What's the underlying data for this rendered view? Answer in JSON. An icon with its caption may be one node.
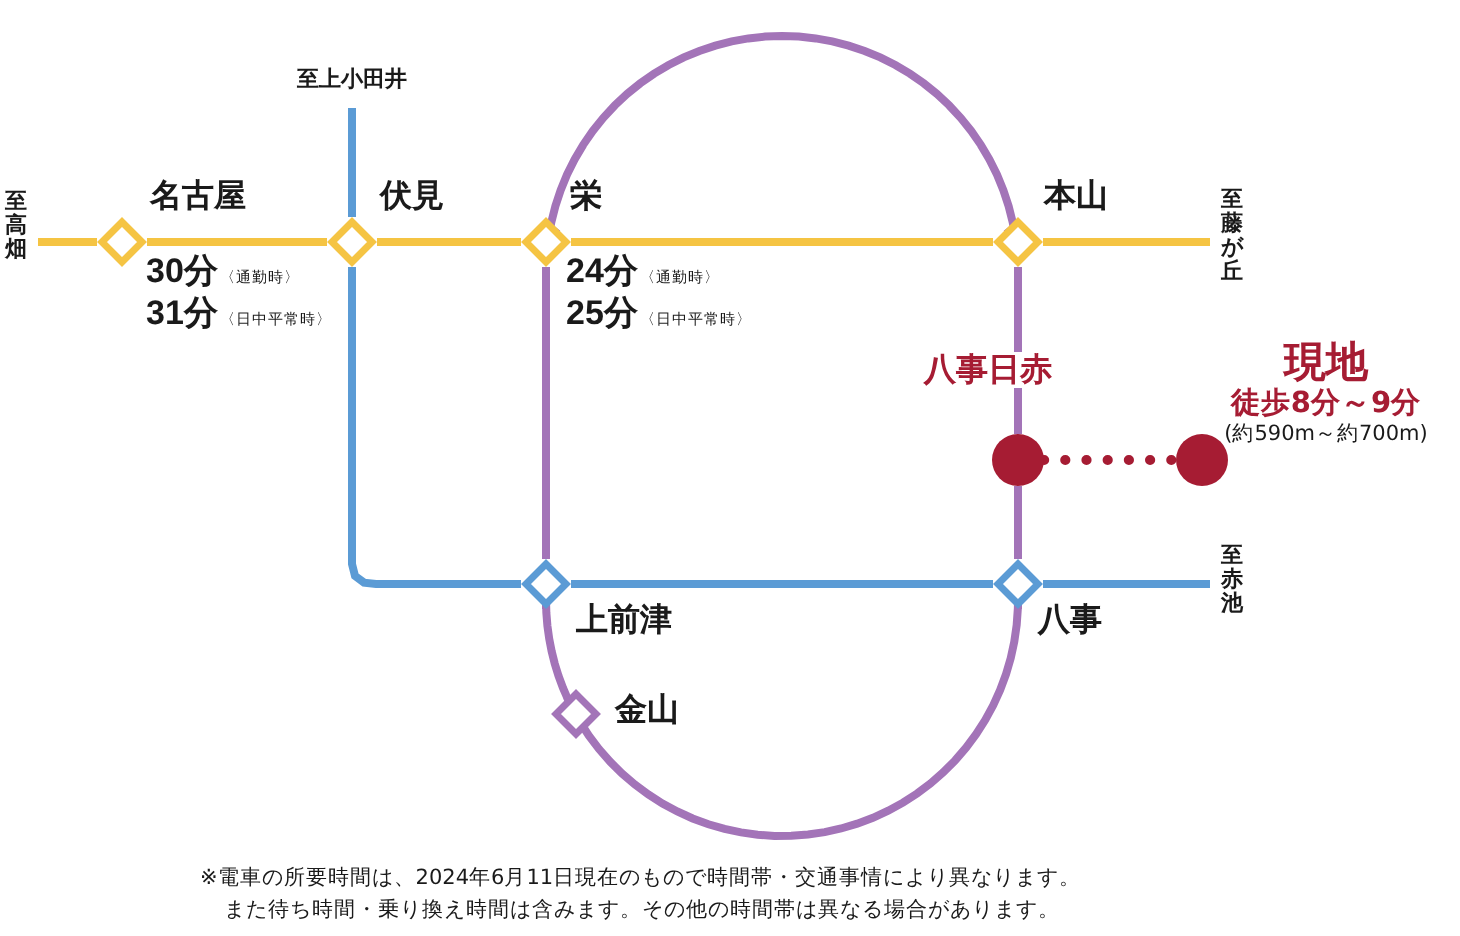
{
  "diagram": {
    "nodes": [
      {
        "text": [
          "至高畑"
        ]
      },
      {
        "text": [
          "名古屋"
        ],
        "beside": [
          "30分$_{〈通勤時〉}$",
          "31分$_{〈日中平常時〉}$"
        ]
      },
      {
        "text": [
          "伏見"
        ]
      },
      {
        "text": [
          "栄"
        ],
        "beside": [
          "24分$_{〈通勤時〉}$",
          "25分$_{〈日中平常時〉}$"
        ]
      },
      {
        "text": [
          "本山"
        ]
      },
      {
        "text": [
          "至藤が丘"
        ]
      },
      {
        "text": [
          "至上小田井"
        ]
      },
      {
        "text": [
          "上前津"
        ]
      },
      {
        "text": [
          "八事"
        ]
      },
      {
        "text": [
          "至赤池"
        ]
      },
      {
        "text": [
          "金山"
        ]
      },
      {
        "text": [
          "八事日赤"
        ]
      },
      {
        "text": [
          "現地",
          "徒歩8分～9分",
          "(約590m～約700m)"
        ]
      }
    ],
    "edges": [
      {
        "from": 0,
        "to": 1,
        "arrow": "none",
        "color": "#f5c443"
      },
      {
        "from": 1,
        "to": 2,
        "arrow": "none",
        "color": "#f5c443"
      },
      {
        "from": 2,
        "to": 3,
        "arrow": "none",
        "color": "#f5c443"
      },
      {
        "from": 3,
        "to": 4,
        "arrow": "none",
        "color": "#f5c443"
      },
      {
        "from": 4,
        "to": 5,
        "arrow": "none",
        "color": "#f5c443"
      },
      {
        "from": 6,
        "to": 2,
        "arrow": "none",
        "color": "#5b9bd5"
      },
      {
        "from": 2,
        "to": 7,
        "arrow": "none",
        "color": "#5b9bd5"
      },
      {
        "from": 7,
        "to": 8,
        "arrow": "none",
        "color": "#5b9bd5"
      },
      {
        "from": 8,
        "to": 9,
        "arrow": "none",
        "color": "#5b9bd5"
      },
      {
        "from": 3,
        "to": 4,
        "arrow": "none"
      },
      {
        "from": 4,
        "to": 11,
        "arrow": "none"
      },
      {
        "from": 11,
        "to": 8,
        "arrow": "none"
      },
      {
        "from": 8,
        "to": 10,
        "arrow": "none"
      },
      {
        "from": 10,
        "to": 7,
        "arrow": "none"
      },
      {
        "from": 7,
        "to": 3,
        "arrow": "none"
      },
      {
        "from": 11,
        "to": 12,
        "arrow": "none",
        "style": "dashed",
        "color": "#a61c33"
      }
    ],
    "labels": [
      "※電車の所要時間は、2024年6月11日現在のもので時間帯・交通事情により異なります。",
      "また待ち時間・乗り換え時間は含みます。その他の時間帯は異なる場合があります。"
    ]
  }
}
